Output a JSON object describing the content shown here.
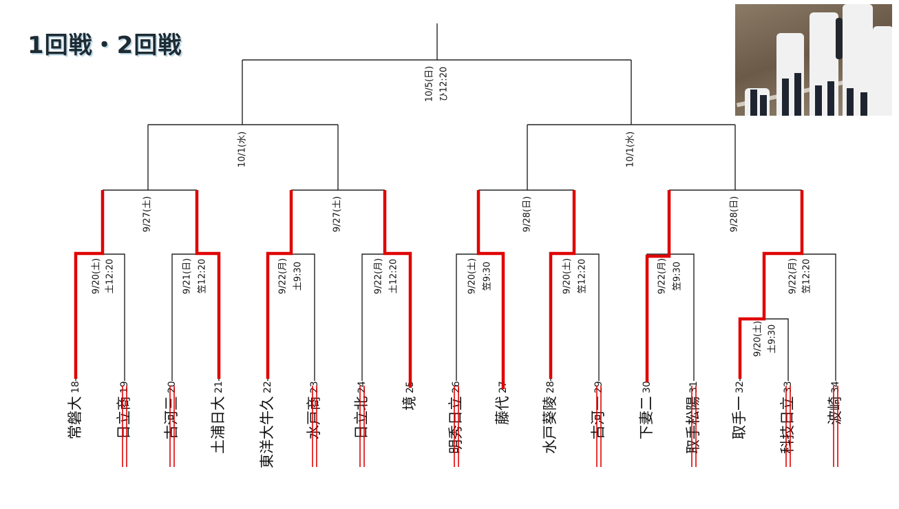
{
  "title": "1回戦・2回戦",
  "colors": {
    "line": "#222222",
    "winner": "#e00000"
  },
  "teams": [
    {
      "name": "常磐大",
      "num": "18",
      "eliminated": false
    },
    {
      "name": "日立商",
      "num": "19",
      "eliminated": true
    },
    {
      "name": "古河三",
      "num": "20",
      "eliminated": true
    },
    {
      "name": "土浦日大",
      "num": "21",
      "eliminated": false
    },
    {
      "name": "東洋大牛久",
      "num": "22",
      "eliminated": false
    },
    {
      "name": "水戸商",
      "num": "23",
      "eliminated": true
    },
    {
      "name": "日立北",
      "num": "24",
      "eliminated": true
    },
    {
      "name": "境",
      "num": "25",
      "eliminated": false
    },
    {
      "name": "明秀日立",
      "num": "26",
      "eliminated": true
    },
    {
      "name": "藤代",
      "num": "27",
      "eliminated": false
    },
    {
      "name": "水戸葵陵",
      "num": "28",
      "eliminated": false
    },
    {
      "name": "古河一",
      "num": "29",
      "eliminated": true
    },
    {
      "name": "下妻二",
      "num": "30",
      "eliminated": false
    },
    {
      "name": "取手松陽",
      "num": "31",
      "eliminated": true
    },
    {
      "name": "取手一",
      "num": "32",
      "eliminated": false
    },
    {
      "name": "科技日立",
      "num": "33",
      "eliminated": true
    },
    {
      "name": "波崎",
      "num": "34",
      "eliminated": true
    }
  ],
  "matches": {
    "r1": [
      {
        "id": "m1",
        "date": "9/20(土)",
        "venue": "土12:20"
      },
      {
        "id": "m2",
        "date": "9/21(日)",
        "venue": "笠12:20"
      },
      {
        "id": "m3",
        "date": "9/22(月)",
        "venue": "土9:30"
      },
      {
        "id": "m4",
        "date": "9/22(月)",
        "venue": "土12:20"
      },
      {
        "id": "m5",
        "date": "9/20(土)",
        "venue": "笠9:30"
      },
      {
        "id": "m6",
        "date": "9/20(土)",
        "venue": "笠12:20"
      },
      {
        "id": "m7",
        "date": "9/22(月)",
        "venue": "笠9:30"
      },
      {
        "id": "m8",
        "date": "9/22(月)",
        "venue": "笠12:20"
      },
      {
        "id": "pre",
        "date": "9/20(土)",
        "venue": "土9:30"
      }
    ],
    "r2": [
      {
        "id": "q1",
        "date": "9/27(土)"
      },
      {
        "id": "q2",
        "date": "9/27(土)"
      },
      {
        "id": "q3",
        "date": "9/28(日)"
      },
      {
        "id": "q4",
        "date": "9/28(日)"
      }
    ],
    "semi": [
      {
        "id": "s1",
        "date": "10/1(水)"
      },
      {
        "id": "s2",
        "date": "10/1(水)"
      }
    ],
    "final": {
      "id": "f",
      "date": "10/5(日)",
      "venue": "ひ12:20"
    }
  },
  "photo": {
    "icon": "baseball-players-photo"
  }
}
